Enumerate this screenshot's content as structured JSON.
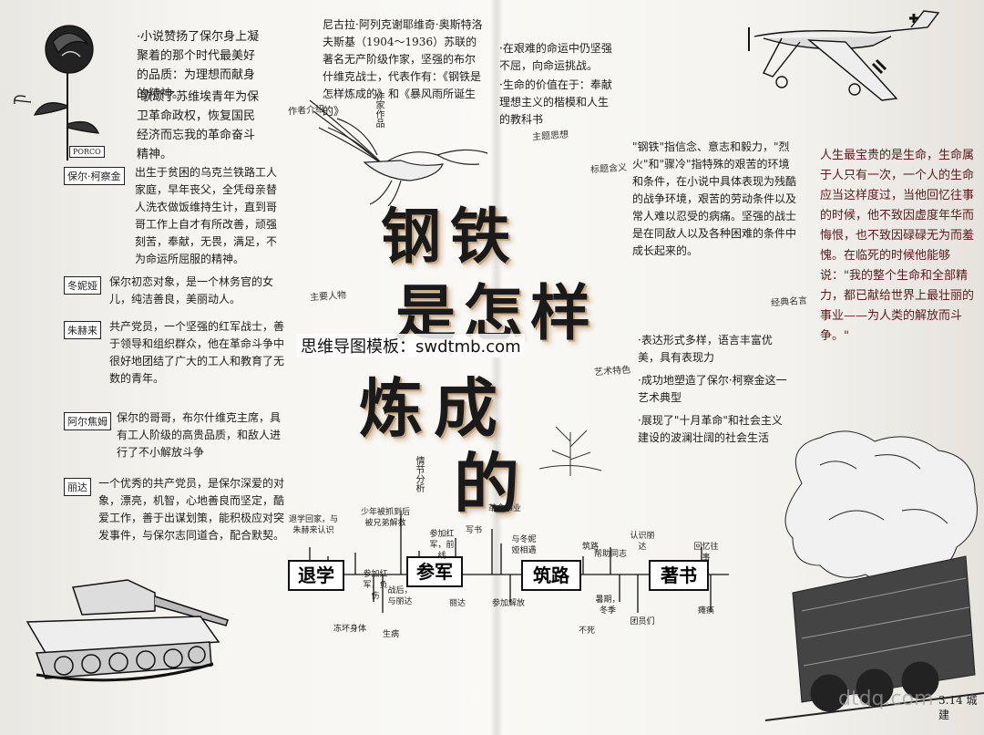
{
  "left_top": {
    "rose_label": "PORCO",
    "bullet1": "·小说赞扬了保尔身上凝聚着的那个时代最美好的品质：为理想而献身的精神。",
    "bullet2": "·歌颂了苏维埃青年为保卫革命政权，恢复国民经济而忘我的革命奋斗精神。"
  },
  "characters": [
    {
      "name": "保尔·柯察金",
      "desc": "出生于贫困的乌克兰铁路工人家庭，早年丧父，全凭母亲替人洗衣做饭维持生计，直到哥哥工作上自才有所改善，顽强刻苦，奉献，无畏，满足，不为命运所屈服的精神。"
    },
    {
      "name": "冬妮娅",
      "desc": "保尔初恋对象，是一个林务官的女儿，纯洁善良，美丽动人。"
    },
    {
      "name": "朱赫来",
      "desc": "共产党员，一个坚强的红军战士，善于领导和组织群众，他在革命斗争中很好地团结了广大的工人和教育了无数的青年。"
    },
    {
      "name": "阿尔焦姆",
      "desc": "保尔的哥哥，布尔什维克主席，具有工人阶级的高贵品质，和敌人进行了不小解放斗争"
    },
    {
      "name": "丽达",
      "desc": "一个优秀的共产党员，是保尔深爱的对象，漂亮，机智，心地善良而坚定，酷爱工作，善于出谋划策，能积极应对突发事件，与保尔志同道合，配合默契。"
    }
  ],
  "author": {
    "text": "尼古拉·阿列克谢耶维奇·奥斯特洛夫斯基（1904～1936）苏联的著名无产阶级作家，坚强的布尔什维克战士，代表作有：《钢铁是怎样炼成的》和《暴风雨所诞生的》",
    "label_author": "作家作品",
    "label_intro": "作者介绍"
  },
  "theme": {
    "text1": "·在艰难的命运中仍坚强不屈，向命运挑战。",
    "text2": "·生命的价值在于：奉献理想主义的楷模和人生的教科书",
    "label": "主题思想"
  },
  "title": {
    "line1": "钢铁",
    "line2": "是怎样",
    "line3": "炼成",
    "line4": "的"
  },
  "watermark": "思维导图模板：swdtmb.com",
  "title_meaning": {
    "label": "标题含义",
    "text": "\"钢铁\"指信念、意志和毅力，\"烈火\"和\"骤冷\"指特殊的艰苦的环境和条件，在小说中具体表现为残酷的战争环境，艰苦的劳动条件以及常人难以忍受的病痛。坚强的战士是在同敌人以及各种困难的条件中成长起来的。"
  },
  "main_characters_label": "主要人物",
  "quote": {
    "label": "经典名言",
    "text": "人生最宝贵的是生命，生命属于人只有一次，一个人的生命应当这样度过，当他回忆往事的时候，他不致因虚度年华而悔恨，也不致因碌碌无为而羞愧。在临死的时候他能够说：\"我的整个生命和全部精力，都已献给世界上最壮丽的事业——为人类的解放而斗争。\""
  },
  "art": {
    "label": "艺术特色",
    "items": [
      "·表达形式多样，语言丰富优美，具有表现力",
      "·成功地塑造了保尔·柯察金这一艺术典型",
      "·展现了\"十月革命\"和社会主义建设的波澜壮阔的社会生活"
    ]
  },
  "timeline": {
    "label": "情节分析",
    "boxes": [
      "退学",
      "参军",
      "筑路",
      "著书"
    ],
    "notes": [
      "退学回家，与朱赫来认识",
      "少年被抓到后被兄弟解救",
      "参加红军，负伤",
      "战后，与丽达",
      "筑路",
      "冻坏身体",
      "生病",
      "丽达",
      "写书",
      "革命事业",
      "参加解放",
      "不死",
      "与冬妮娅相遇",
      "帮助同志",
      "认识丽达",
      "参加红军，前线",
      "暑期，冬季",
      "团员们",
      "回忆往事",
      "瘫痪"
    ]
  },
  "signature": "3.14 城建",
  "footer_watermark": "dtdq.com"
}
